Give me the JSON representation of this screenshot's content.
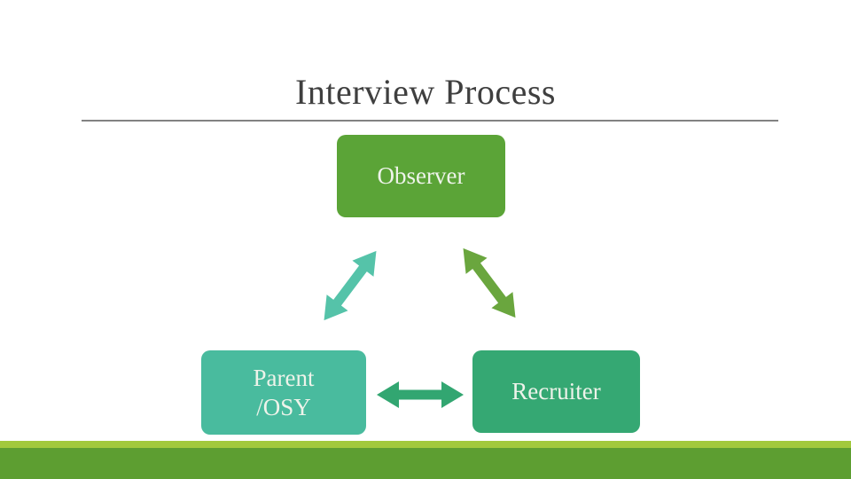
{
  "slide": {
    "title": "Interview Process",
    "title_color": "#3f3f3f",
    "divider_color": "#828282",
    "background_color": "#ffffff"
  },
  "diagram": {
    "type": "cycle-diagram",
    "text_color": "#eef3ea",
    "nodes": [
      {
        "id": "observer",
        "label_lines": [
          "Observer"
        ],
        "color": "#5ba437",
        "position": "top-center"
      },
      {
        "id": "parent-osy",
        "label_lines": [
          "Parent",
          "/OSY"
        ],
        "color": "#49bb9e",
        "position": "bottom-left"
      },
      {
        "id": "recruiter",
        "label_lines": [
          "Recruiter"
        ],
        "color": "#35a873",
        "position": "bottom-right"
      }
    ],
    "arrows": [
      {
        "id": "observer-parent",
        "type": "double-headed",
        "orientation": "diagonal-ne-sw",
        "color": "#55c3a9"
      },
      {
        "id": "observer-recruiter",
        "type": "double-headed",
        "orientation": "diagonal-nw-se",
        "color": "#6aa63e"
      },
      {
        "id": "parent-recruiter",
        "type": "double-headed",
        "orientation": "horizontal",
        "color": "#32a671"
      }
    ]
  },
  "footer": {
    "stripe_color": "#a2c93c",
    "band_color": "#5d9e31"
  }
}
